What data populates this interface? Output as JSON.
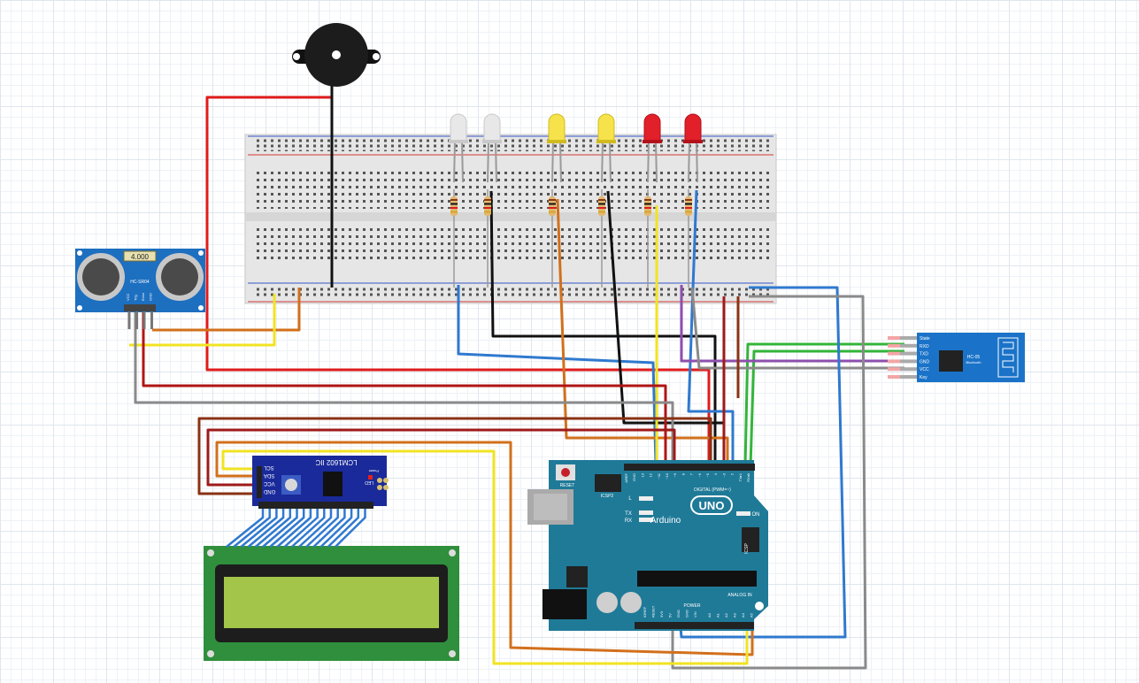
{
  "lcd_module": {
    "title": "LCM1602 IIC",
    "pins": [
      "SCL",
      "SDA",
      "VCC",
      "GND"
    ],
    "led_label": "LED",
    "power_label": "Power"
  },
  "sensor": {
    "display": "4.000",
    "model": "HC-SR04",
    "pins": [
      "VCC",
      "Trig",
      "Echo",
      "GND"
    ]
  },
  "bluetooth": {
    "model": "HC-05",
    "sub": "Bluetooth",
    "pins": [
      "State",
      "RXD",
      "TXD",
      "GND",
      "VCC",
      "Key"
    ]
  },
  "arduino": {
    "brand": "Arduino",
    "model": "UNO",
    "reset": "RESET",
    "icsp": "ICSP",
    "icsp2": "ICSP2",
    "on": "ON",
    "digital": "DIGITAL (PWM=~)",
    "power": "POWER",
    "analog": "ANALOG IN",
    "led_l": "L",
    "led_tx": "TX",
    "led_rx": "RX",
    "digital_pins": [
      "AREF",
      "GND",
      "13",
      "12",
      "~11",
      "~10",
      "~9",
      "8",
      "7",
      "~6",
      "~5",
      "4",
      "~3",
      "2",
      "TX▸1",
      "RX◂0"
    ],
    "power_pins": [
      "IOREF",
      "RESET",
      "3V3",
      "5V",
      "GND",
      "GND",
      "VIN"
    ],
    "analog_pins": [
      "A0",
      "A1",
      "A2",
      "A3",
      "A4",
      "A5"
    ]
  },
  "colors": {
    "wire_red": "#e01b1b",
    "wire_black": "#111111",
    "wire_yellow": "#f2e323",
    "wire_orange": "#d2701c",
    "wire_blue": "#2f79cf",
    "wire_green": "#33b53a",
    "wire_gray": "#8a8a8a",
    "wire_purple": "#8d4fae",
    "wire_brown": "#8a3214",
    "board_teal": "#1f7a98",
    "lcd_green": "#2f8f3c",
    "lcd_screen": "#a3c64a"
  },
  "icons": [
    "buzzer-icon",
    "led-icon",
    "resistor-icon"
  ]
}
